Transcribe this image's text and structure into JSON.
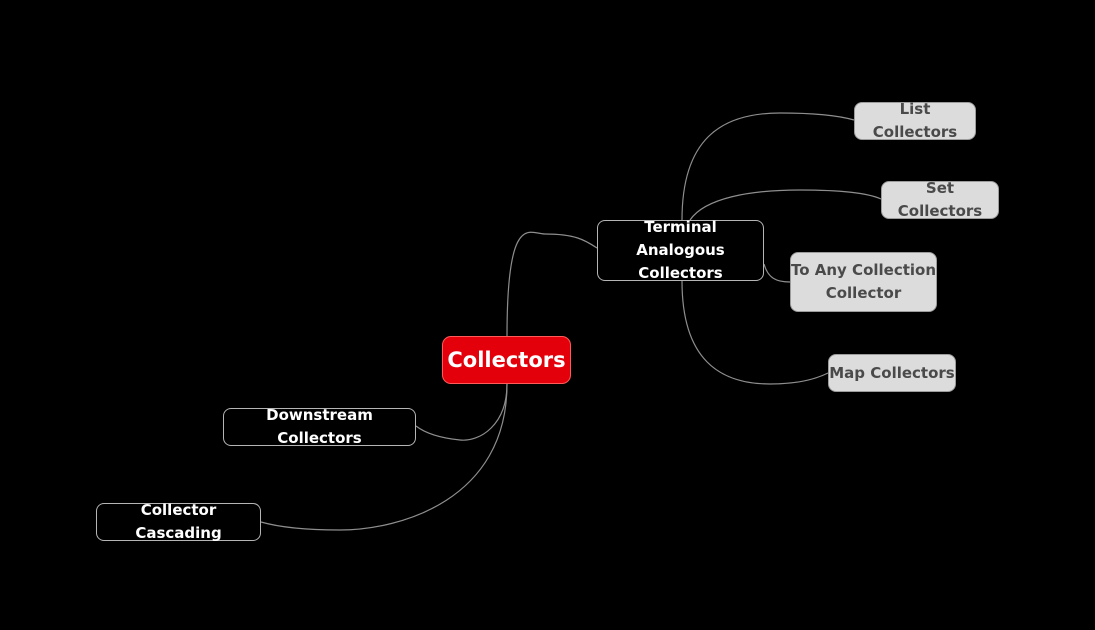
{
  "mindmap": {
    "root": {
      "label": "Collectors"
    },
    "branches": {
      "terminal": {
        "label_line1": "Terminal Analogous",
        "label_line2": "Collectors"
      },
      "downstream": {
        "label": "Downstream Collectors"
      },
      "cascading": {
        "label": "Collector Cascading"
      }
    },
    "leaves": {
      "list": {
        "label": "List Collectors"
      },
      "set": {
        "label": "Set Collectors"
      },
      "any_collection": {
        "label_line1": "To Any Collection",
        "label_line2": "Collector"
      },
      "map": {
        "label": "Map Collectors"
      }
    }
  },
  "colors": {
    "background": "#000000",
    "root_fill": "#e4000b",
    "branch_fill": "#000000",
    "branch_border": "#b5b5b5",
    "leaf_fill": "#dcdcdc",
    "leaf_text": "#4a4a4a",
    "connector": "#8e8e8e"
  }
}
